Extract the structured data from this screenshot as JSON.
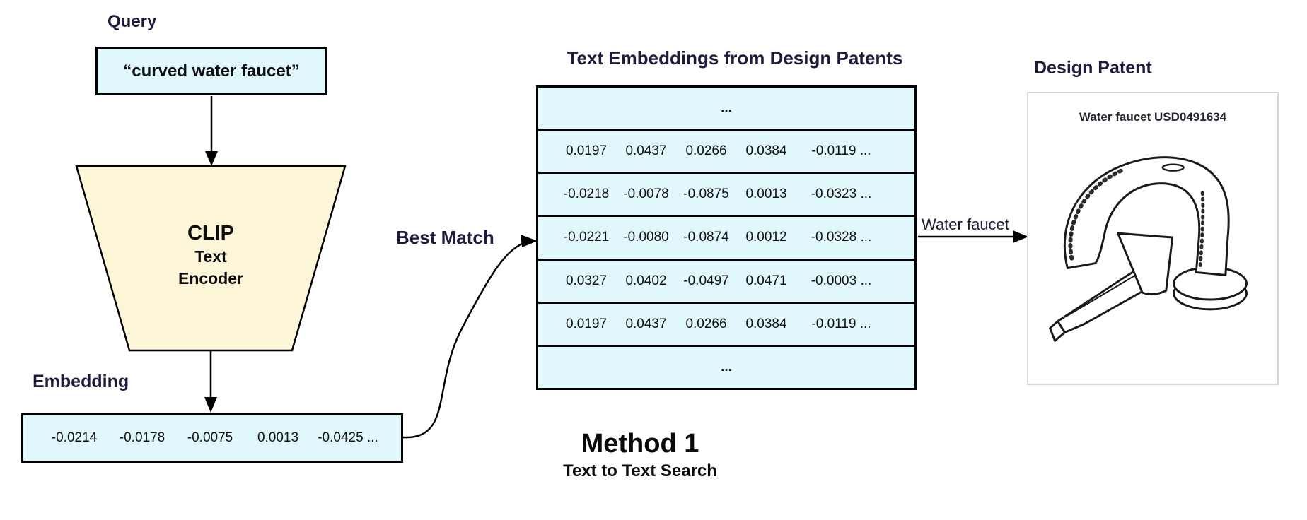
{
  "colors": {
    "box_fill": "#E0F7FB",
    "encoder_fill": "#FCF5D8",
    "heading_text": "#1F1B3D",
    "patent_border": "#D6D6D6",
    "line_color": "#000000"
  },
  "query": {
    "label": "Query",
    "text": "“curved water faucet”"
  },
  "encoder": {
    "title": "CLIP",
    "subtitle_line1": "Text",
    "subtitle_line2": "Encoder"
  },
  "embedding": {
    "label": "Embedding",
    "values": [
      "-0.0214",
      "-0.0178",
      "-0.0075",
      "0.0013",
      "-0.0425 ..."
    ]
  },
  "best_match": {
    "label": "Best Match"
  },
  "embeddings_table": {
    "title": "Text Embeddings from Design Patents",
    "rows": [
      [
        "..."
      ],
      [
        "0.0197",
        "0.0437",
        "0.0266",
        "0.0384",
        "-0.0119 ..."
      ],
      [
        "-0.0218",
        "-0.0078",
        "-0.0875",
        "0.0013",
        "-0.0323 ..."
      ],
      [
        "-0.0221",
        "-0.0080",
        "-0.0874",
        "0.0012",
        "-0.0328 ..."
      ],
      [
        "0.0327",
        "0.0402",
        "-0.0497",
        "0.0471",
        "-0.0003 ..."
      ],
      [
        "0.0197",
        "0.0437",
        "0.0266",
        "0.0384",
        "-0.0119 ..."
      ],
      [
        "..."
      ]
    ]
  },
  "match": {
    "label": "Water faucet"
  },
  "patent": {
    "label": "Design Patent",
    "caption": "Water faucet USD0491634",
    "image": "water-faucet-patent-line-drawing"
  },
  "method": {
    "title": "Method 1",
    "subtitle": "Text to Text Search"
  }
}
